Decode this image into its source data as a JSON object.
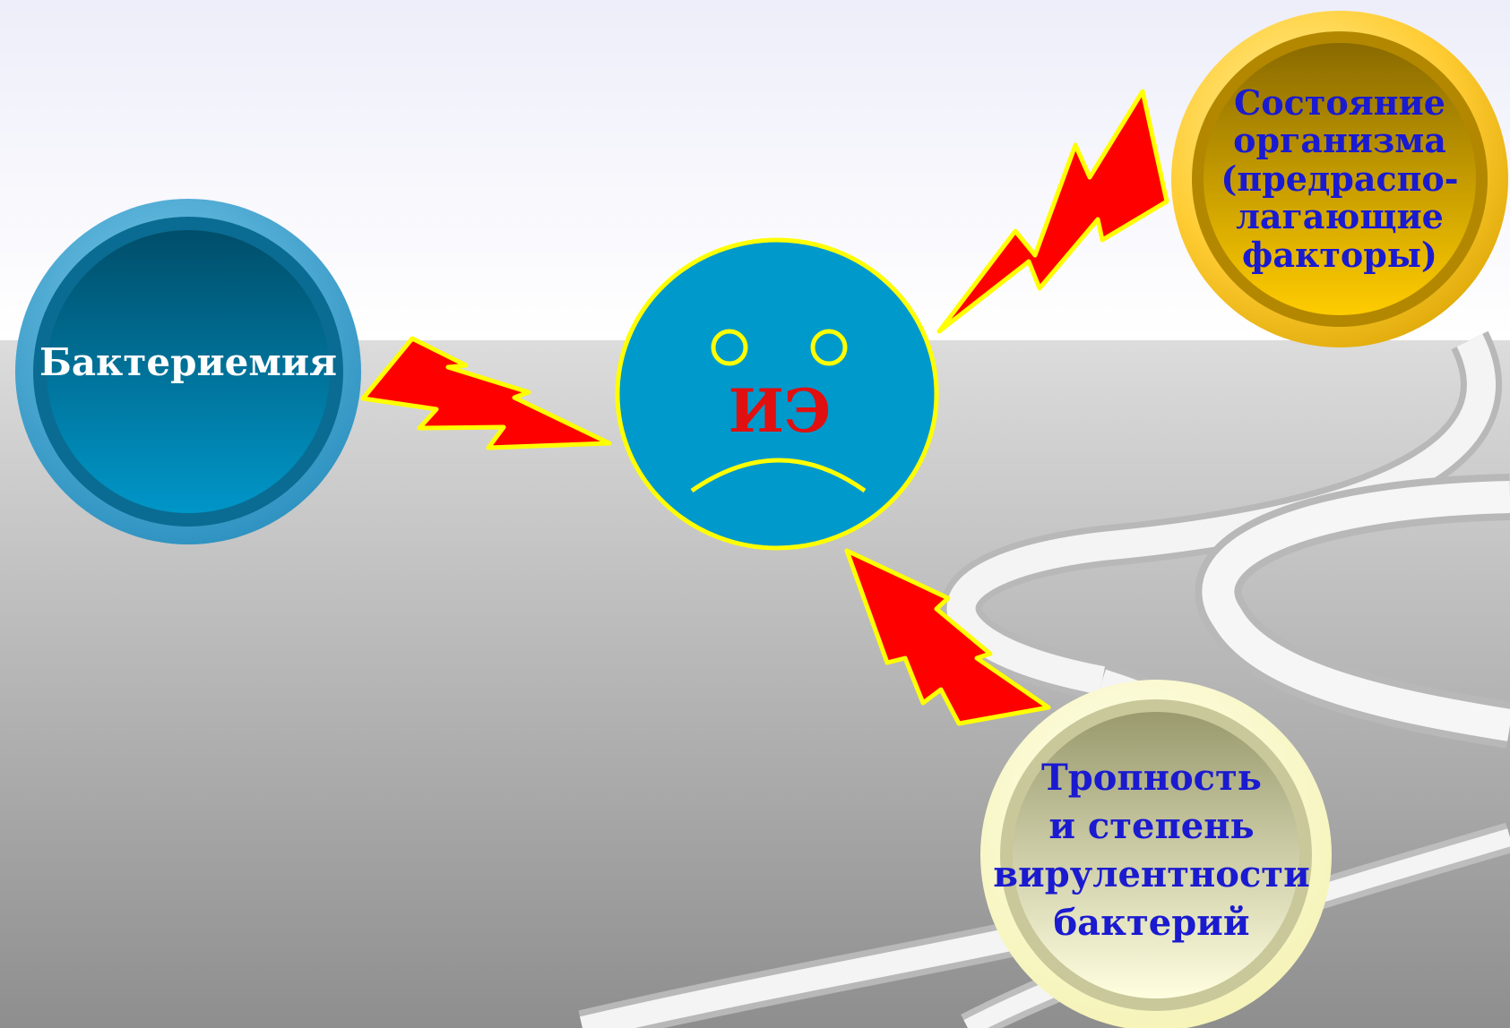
{
  "diagram": {
    "center": {
      "label": "ИЭ"
    },
    "nodes": [
      {
        "id": "bacteremia",
        "label": "Бактериемия"
      },
      {
        "id": "organism_state",
        "label": "Состояние\nорганизма\n(предраспо-\nлагающие\nфакторы)"
      },
      {
        "id": "tropism",
        "label": "Тропность\nи степень\nвирулентности\nбактерий"
      }
    ],
    "connectors": [
      {
        "from": "bacteremia",
        "to": "center",
        "style": "lightning-bolt"
      },
      {
        "from": "organism_state",
        "to": "center",
        "style": "lightning-bolt"
      },
      {
        "from": "tropism",
        "to": "center",
        "style": "lightning-bolt"
      }
    ],
    "center_icon": "sad-face-icon"
  },
  "colors": {
    "bolt_fill": "#ff0000",
    "bolt_stroke": "#ffff00",
    "center_fill": "#0099cc",
    "center_stroke": "#ffff00",
    "bacteremia_ring": "#4fb3dd",
    "bacteremia_core": "#005a80",
    "state_ring": "#ffcc33",
    "state_core": "#cc9900",
    "tropism_ring": "#ffffcc",
    "tropism_core": "#bbbb88",
    "label_blue": "#1a1ad0",
    "label_red": "#e01010"
  }
}
